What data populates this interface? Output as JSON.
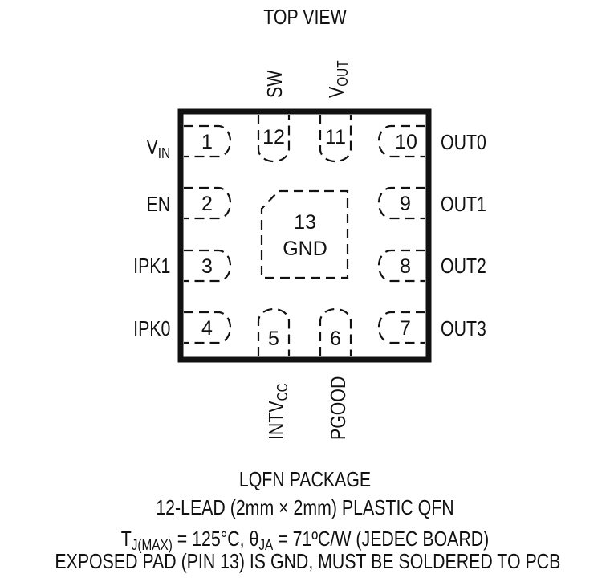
{
  "title": "TOP VIEW",
  "package": {
    "name": "LQFN PACKAGE",
    "description": "12-LEAD (2mm × 2mm) PLASTIC QFN",
    "thermal": {
      "tj_prefix": "T",
      "tj_sub": "J(MAX)",
      "tj_value": " = 125°C, θ",
      "theta_sub": "JA",
      "theta_value": " = 71ºC/W (JEDEC BOARD)"
    },
    "note": "EXPOSED PAD (PIN 13) IS GND, MUST BE SOLDERED TO PCB"
  },
  "pins": {
    "left": [
      {
        "number": "1",
        "name_main": "V",
        "name_sub": "IN"
      },
      {
        "number": "2",
        "name_main": "EN",
        "name_sub": ""
      },
      {
        "number": "3",
        "name_main": "IPK1",
        "name_sub": ""
      },
      {
        "number": "4",
        "name_main": "IPK0",
        "name_sub": ""
      }
    ],
    "right": [
      {
        "number": "10",
        "name": "OUT0"
      },
      {
        "number": "9",
        "name": "OUT1"
      },
      {
        "number": "8",
        "name": "OUT2"
      },
      {
        "number": "7",
        "name": "OUT3"
      }
    ],
    "top": [
      {
        "number": "12",
        "name_main": "SW",
        "name_sub": ""
      },
      {
        "number": "11",
        "name_main": "V",
        "name_sub": "OUT"
      }
    ],
    "bottom": [
      {
        "number": "5",
        "name_main": "INTV",
        "name_sub": "CC"
      },
      {
        "number": "6",
        "name_main": "PGOOD",
        "name_sub": ""
      }
    ],
    "center": {
      "number": "13",
      "name": "GND"
    }
  },
  "colors": {
    "ink": "#111111",
    "background": "#ffffff"
  }
}
